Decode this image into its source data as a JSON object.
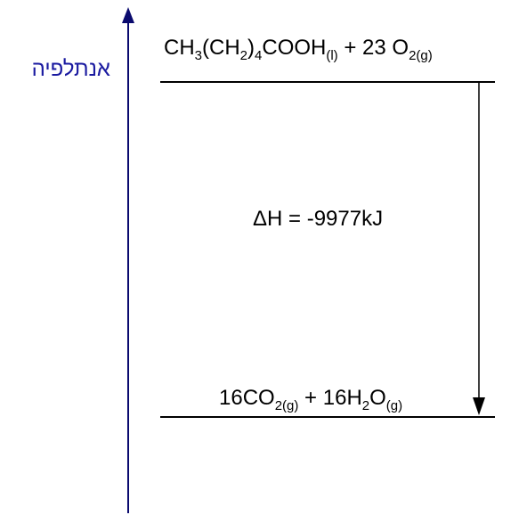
{
  "colors": {
    "axis": "#0a0a6e",
    "axis_label": "#1a1aa0",
    "levels": "#000000",
    "text": "#000000"
  },
  "axis": {
    "label": "אנתלפיה"
  },
  "levels": {
    "reactants": {
      "segments": [
        {
          "text": "CH",
          "sub": false
        },
        {
          "text": "3",
          "sub": true
        },
        {
          "text": "(CH",
          "sub": false
        },
        {
          "text": "2",
          "sub": true
        },
        {
          "text": ")",
          "sub": false
        },
        {
          "text": "4",
          "sub": true
        },
        {
          "text": "COOH",
          "sub": false
        },
        {
          "text": "(l)",
          "sub": true
        },
        {
          "text": " + 23 O",
          "sub": false
        },
        {
          "text": "2(g)",
          "sub": true
        }
      ]
    },
    "products": {
      "segments": [
        {
          "text": "16CO",
          "sub": false
        },
        {
          "text": "2(g)",
          "sub": true
        },
        {
          "text": " + 16H",
          "sub": false
        },
        {
          "text": "2",
          "sub": true
        },
        {
          "text": "O",
          "sub": false
        },
        {
          "text": "(g)",
          "sub": true
        }
      ]
    }
  },
  "enthalpy_change": {
    "label": "ΔH = -9977kJ"
  }
}
